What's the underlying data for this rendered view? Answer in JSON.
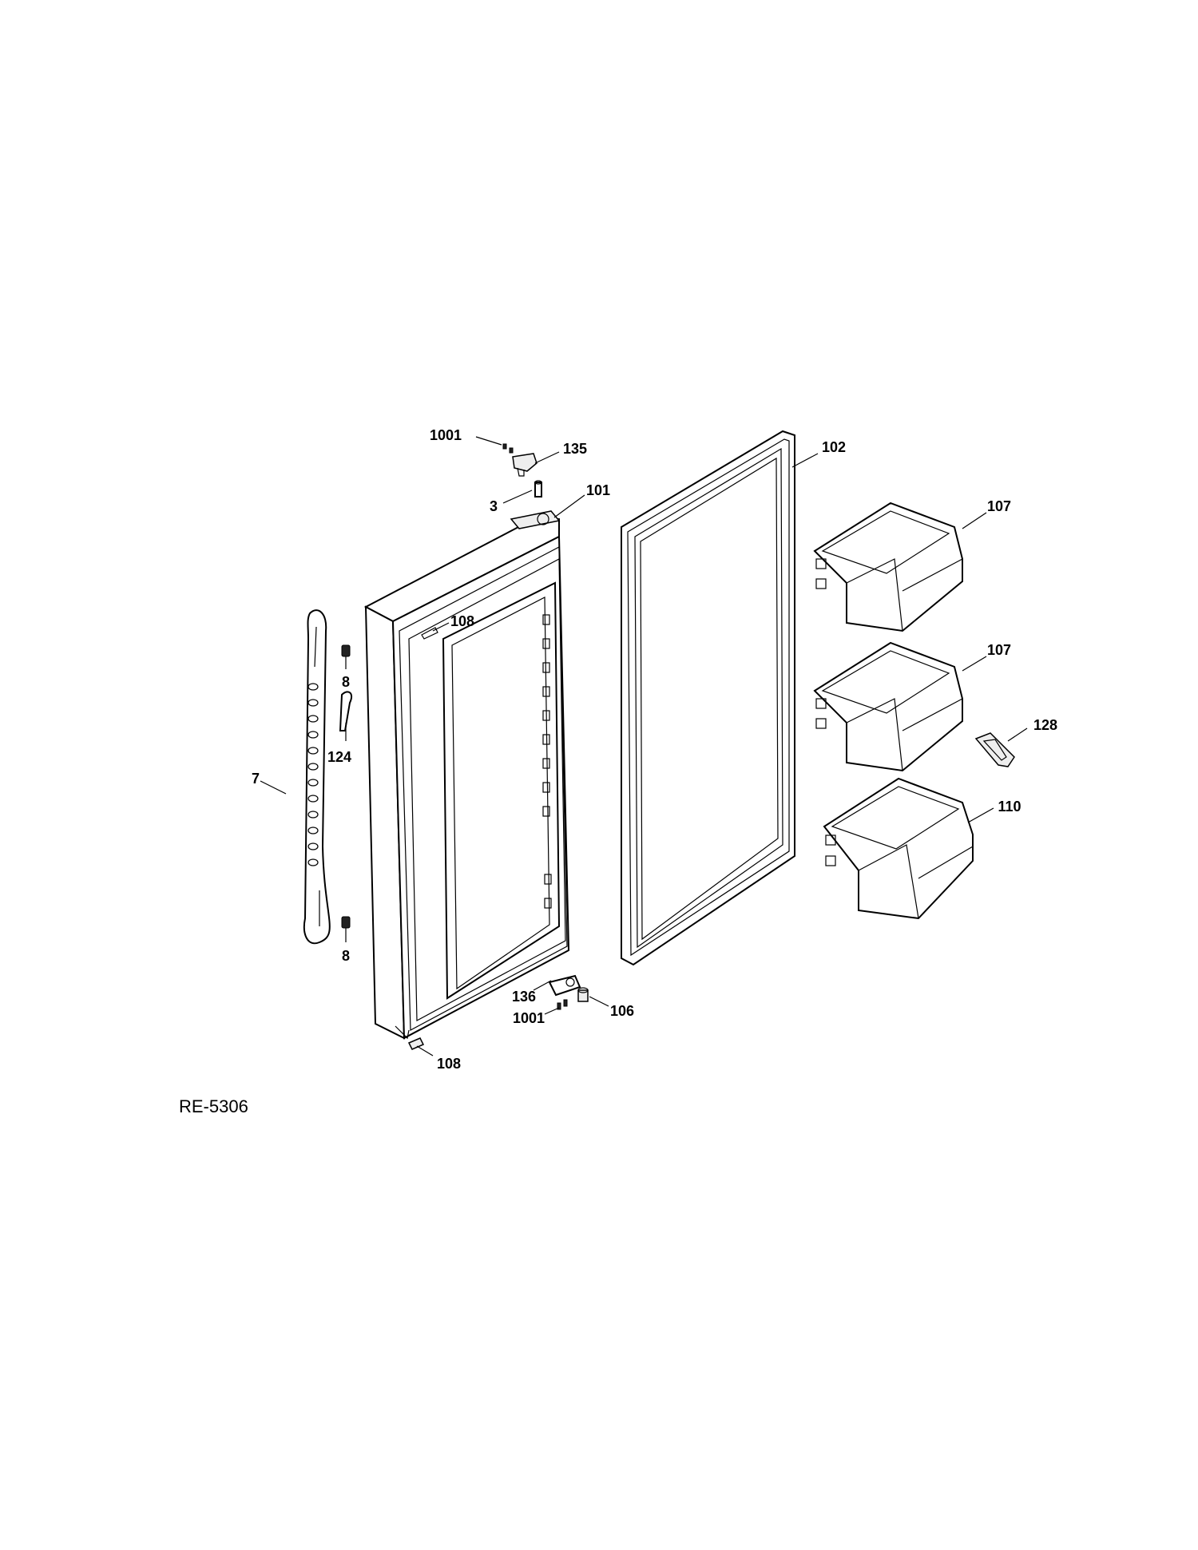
{
  "diagram": {
    "reference_code": "RE-5306",
    "callouts": [
      {
        "id": "c-1001-top",
        "label": "1001"
      },
      {
        "id": "c-135",
        "label": "135"
      },
      {
        "id": "c-3",
        "label": "3"
      },
      {
        "id": "c-101",
        "label": "101"
      },
      {
        "id": "c-102",
        "label": "102"
      },
      {
        "id": "c-107-a",
        "label": "107"
      },
      {
        "id": "c-107-b",
        "label": "107"
      },
      {
        "id": "c-128",
        "label": "128"
      },
      {
        "id": "c-110",
        "label": "110"
      },
      {
        "id": "c-108-top",
        "label": "108"
      },
      {
        "id": "c-8-top",
        "label": "8"
      },
      {
        "id": "c-124",
        "label": "124"
      },
      {
        "id": "c-7",
        "label": "7"
      },
      {
        "id": "c-8-bottom",
        "label": "8"
      },
      {
        "id": "c-136",
        "label": "136"
      },
      {
        "id": "c-1001-bottom",
        "label": "1001"
      },
      {
        "id": "c-106",
        "label": "106"
      },
      {
        "id": "c-108-bottom",
        "label": "108"
      }
    ]
  }
}
